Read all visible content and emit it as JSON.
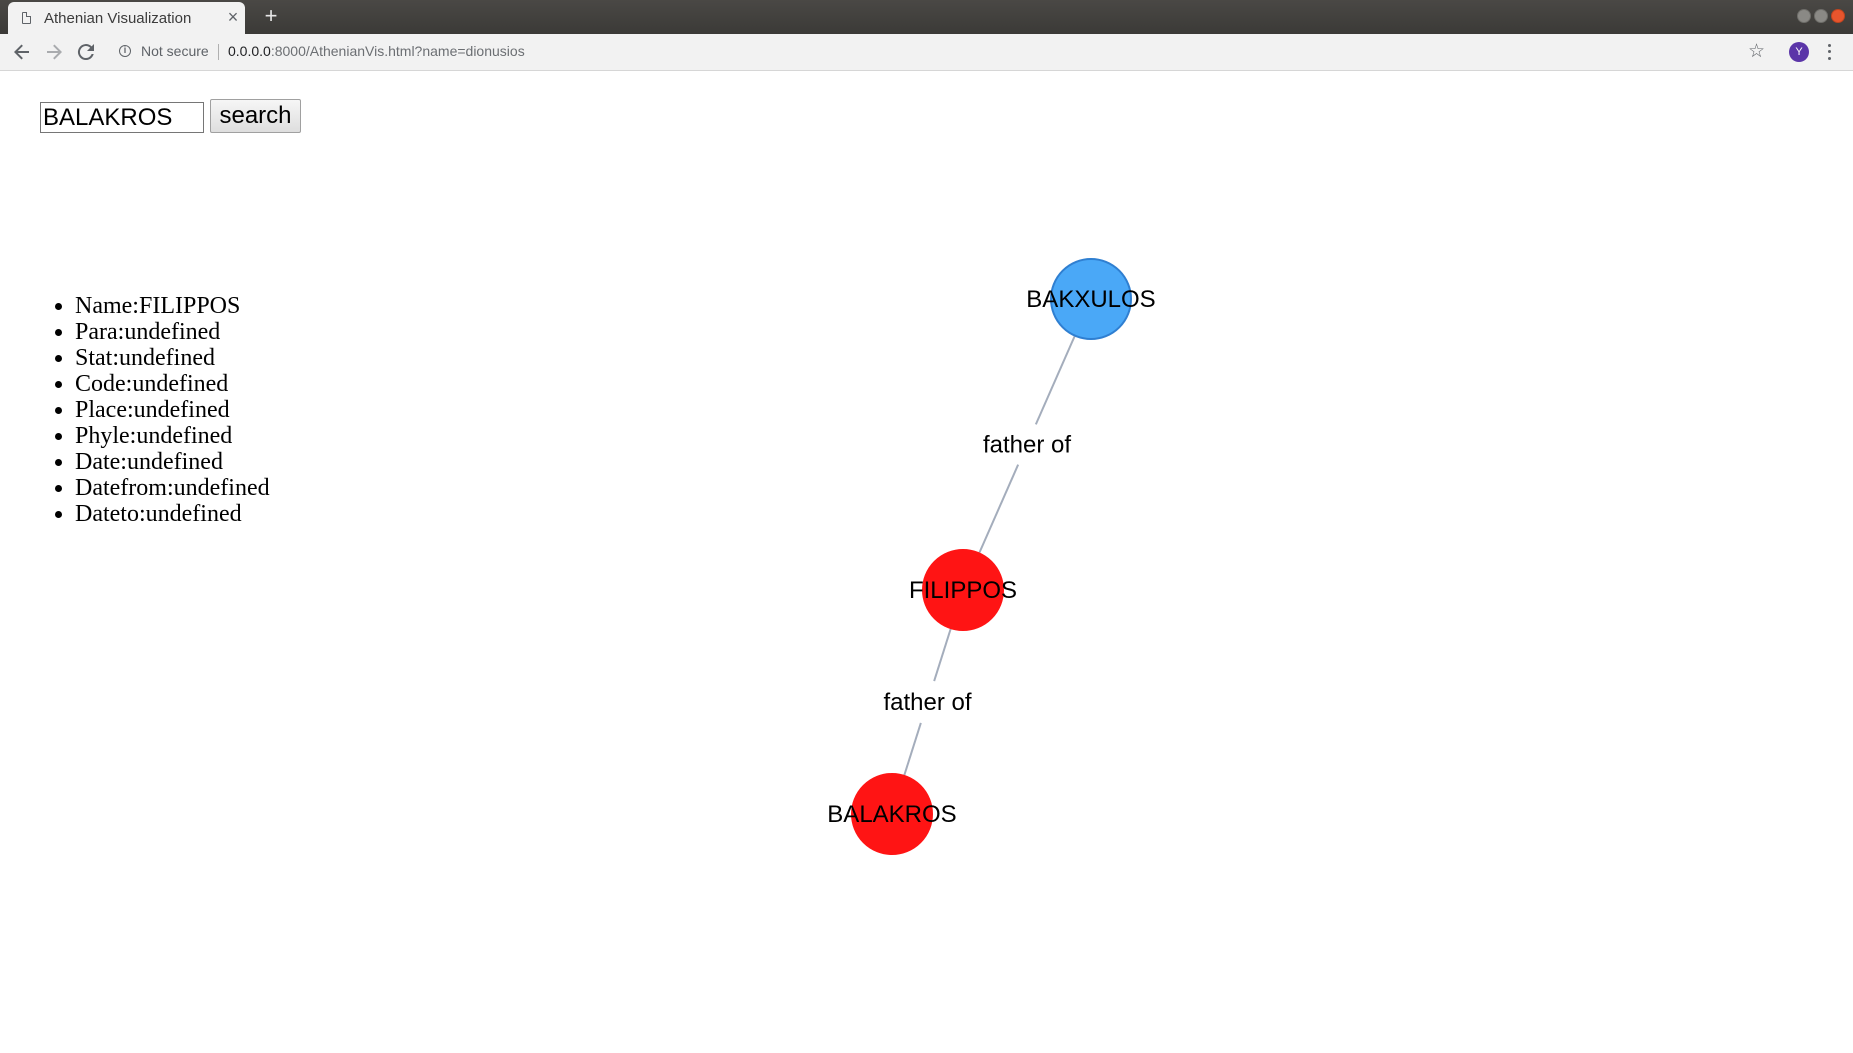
{
  "browser": {
    "tab_title": "Athenian Visualization",
    "tab_close": "×",
    "new_tab": "+",
    "not_secure": "Not secure",
    "url_host": "0.0.0.0",
    "url_rest": ":8000/AthenianVis.html?name=dionusios",
    "avatar_initial": "Y",
    "icons": {
      "back": "arrow-left-icon",
      "forward": "arrow-right-icon",
      "reload": "reload-icon",
      "info": "info-icon",
      "bookmark": "star-icon",
      "menu": "kebab-menu-icon"
    }
  },
  "search": {
    "value": "BALAKROS",
    "button_label": "search"
  },
  "details": {
    "items": [
      "Name:FILIPPOS",
      "Para:undefined",
      "Stat:undefined",
      "Code:undefined",
      "Place:undefined",
      "Phyle:undefined",
      "Date:undefined",
      "Datefrom:undefined",
      "Dateto:undefined"
    ]
  },
  "graph": {
    "colors": {
      "blue_node": "#4aa8f7",
      "blue_stroke": "#2f7fd1",
      "red_node": "#ff1414",
      "edge": "#a4adbc"
    },
    "nodes": [
      {
        "id": "bakxulos",
        "label": "BAKXULOS",
        "color": "blue"
      },
      {
        "id": "filippos",
        "label": "FILIPPOS",
        "color": "red"
      },
      {
        "id": "balakros",
        "label": "BALAKROS",
        "color": "red"
      }
    ],
    "edges": [
      {
        "from": "bakxulos",
        "to": "filippos",
        "label": "father of"
      },
      {
        "from": "filippos",
        "to": "balakros",
        "label": "father of"
      }
    ]
  }
}
